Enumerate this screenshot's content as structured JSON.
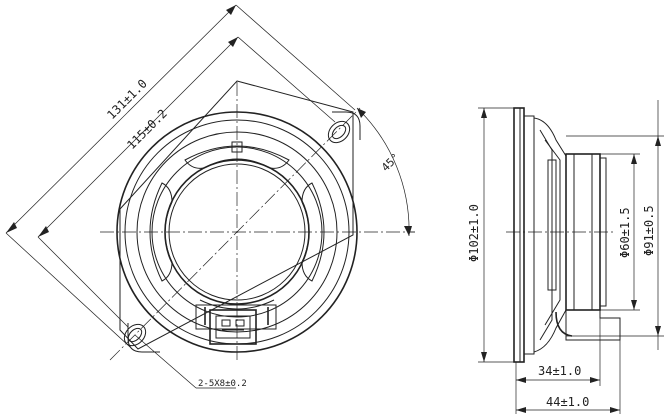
{
  "front_view": {
    "dims": {
      "outer_diagonal": "131±1.0",
      "inner_diagonal": "115±0.2",
      "angle": "45°",
      "slot": "2-5X8±0.2"
    }
  },
  "side_view": {
    "dims": {
      "outer_diameter": "Φ102±1.0",
      "magnet_diameter": "Φ60±1.5",
      "frame_diameter": "Φ91±0.5",
      "depth": "34±1.0",
      "total_depth": "44±1.0"
    }
  }
}
